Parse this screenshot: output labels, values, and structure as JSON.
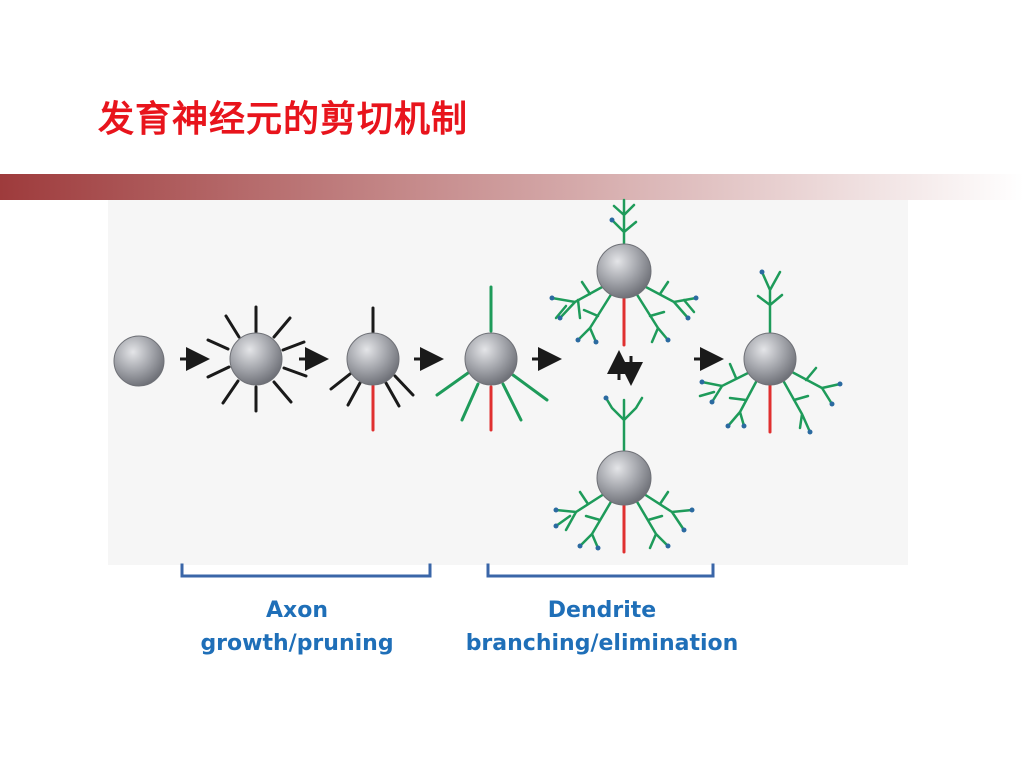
{
  "slide": {
    "title": "发育神经元的剪切机制",
    "title_color": "#e8141c",
    "bar_color_start": "#9e3b3c",
    "bar_color_end": "#ffffff"
  },
  "diagram": {
    "stages": [
      {
        "name": "soma-only"
      },
      {
        "name": "many-neurites"
      },
      {
        "name": "axon-specified"
      },
      {
        "name": "dendrites-grown"
      },
      {
        "name": "dendrite-branching"
      },
      {
        "name": "mature-neuron"
      }
    ],
    "colors": {
      "soma_fill": "#9ea0a6",
      "neurite": "#1a1a1a",
      "axon": "#e03030",
      "dendrite": "#1e9b5a",
      "spine": "#2b6aa0",
      "arrow": "#1a1a1a",
      "bracket": "#3a66a8",
      "caption": "#1f6fb8"
    }
  },
  "captions": {
    "axon": {
      "line1": "Axon",
      "line2": "growth/pruning"
    },
    "dendrite": {
      "line1": "Dendrite",
      "line2": "branching/elimination"
    }
  }
}
